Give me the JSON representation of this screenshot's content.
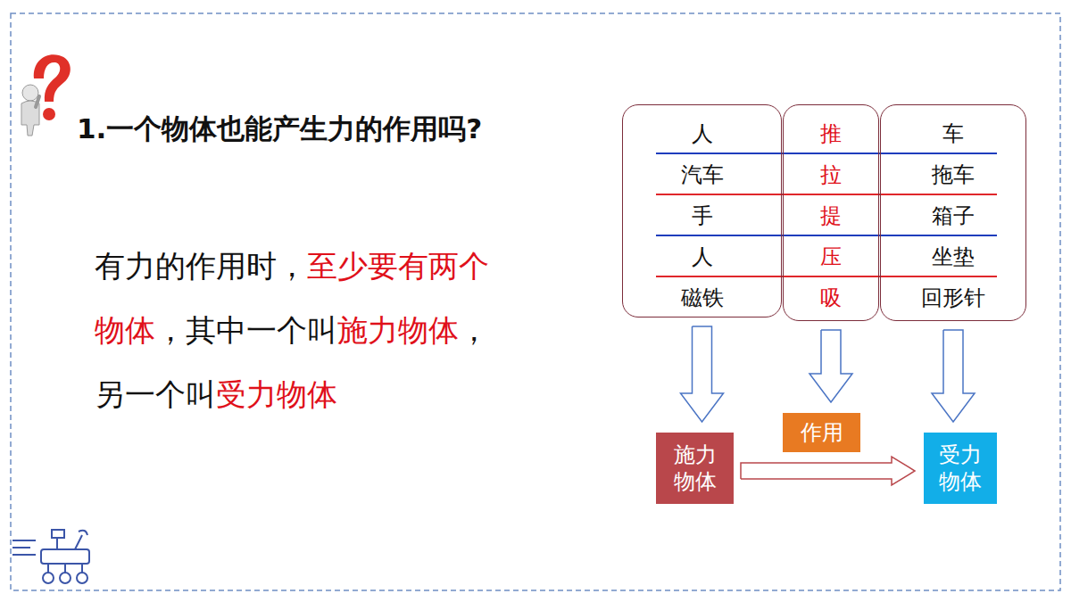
{
  "diagram": {
    "title": "1.一个物体也能产生力的作用吗?",
    "nodes": [
      {
        "text": [
          "人",
          "汽车",
          "手",
          "人",
          "磁铁"
        ]
      },
      {
        "text": [
          "推",
          "拉",
          "提",
          "压",
          "吸"
        ]
      },
      {
        "text": [
          "车",
          "拖车",
          "箱子",
          "坐垫",
          "回形针"
        ]
      },
      {
        "text": [
          "施力物体"
        ]
      },
      {
        "text": [
          "作用"
        ]
      },
      {
        "text": [
          "受力物体"
        ]
      }
    ],
    "edges": [
      {
        "from": 0,
        "to": 3,
        "arrow": "to"
      },
      {
        "from": 1,
        "to": 4,
        "arrow": "to"
      },
      {
        "from": 2,
        "to": 5,
        "arrow": "to"
      },
      {
        "from": 3,
        "to": 5,
        "arrow": "to"
      }
    ],
    "labels": [
      "有力的作用时，",
      "至少要有两个物体",
      "，其中一个叫",
      "施力物体",
      "，另一个叫",
      "受力物体"
    ]
  }
}
